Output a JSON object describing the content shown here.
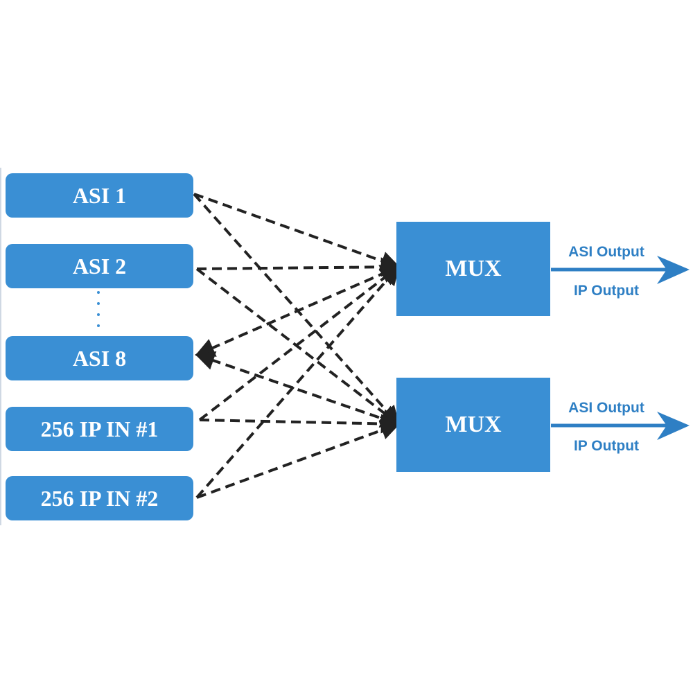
{
  "inputs": [
    {
      "label": "ASI 1"
    },
    {
      "label": "ASI 2"
    },
    {
      "label": "ASI 8"
    },
    {
      "label": "256 IP IN #1"
    },
    {
      "label": "256 IP IN #2"
    }
  ],
  "muxes": [
    {
      "label": "MUX",
      "outputs": [
        "ASI Output",
        "IP Output"
      ]
    },
    {
      "label": "MUX",
      "outputs": [
        "ASI Output",
        "IP Output"
      ]
    }
  ],
  "colors": {
    "box_fill": "#3a8fd4",
    "output_text": "#2e7fc4",
    "arrow": "#2e7fc4",
    "dashed_link": "#222222"
  }
}
